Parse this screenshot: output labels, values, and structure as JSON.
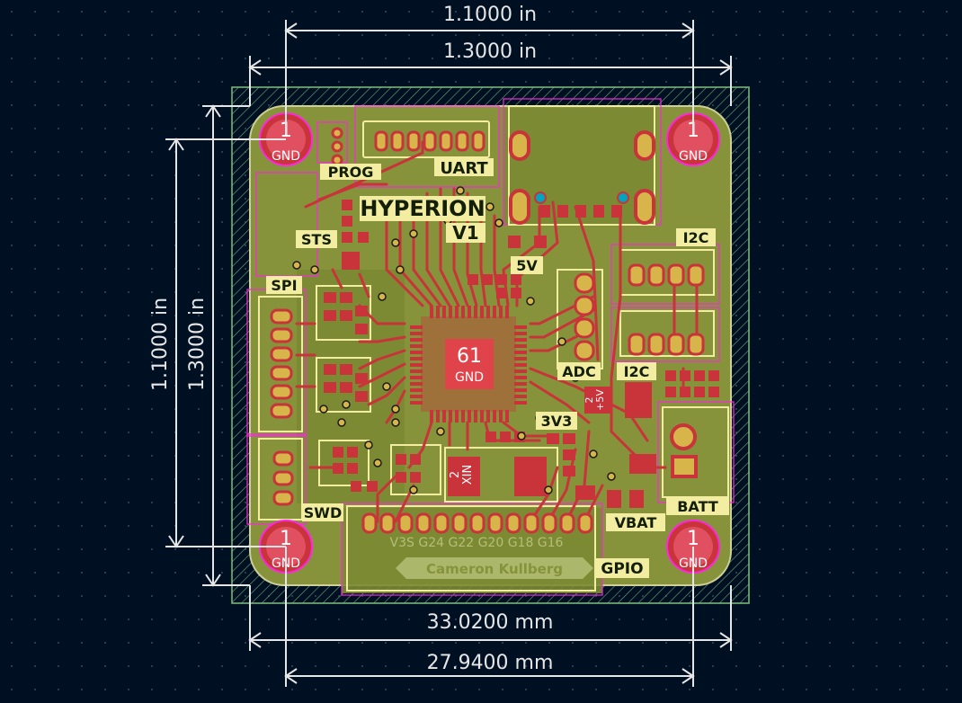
{
  "dimensions": {
    "top_inner": "1.1000 in",
    "top_outer": "1.3000 in",
    "left_inner": "1.1000 in",
    "left_outer": "1.3000 in",
    "bottom_outer": "33.0200 mm",
    "bottom_inner": "27.9400 mm"
  },
  "board": {
    "title": "HYPERION",
    "version": "V1",
    "author": "Cameron Kullberg",
    "gpio_pins": "V3S G24 G22 G20 G18 G16",
    "ic_pad": {
      "number": "61",
      "net": "GND"
    },
    "crystal": {
      "number": "2",
      "net": "XIN"
    },
    "regulator_pin": {
      "number": "2",
      "net": "+5V"
    },
    "mount_holes": [
      {
        "number": "1",
        "net": "GND"
      },
      {
        "number": "1",
        "net": "GND"
      },
      {
        "number": "1",
        "net": "GND"
      },
      {
        "number": "1",
        "net": "GND"
      }
    ]
  },
  "labels": {
    "prog": "PROG",
    "uart": "UART",
    "sts": "STS",
    "spi": "SPI",
    "i2c_top": "I2C",
    "i2c_mid": "I2C",
    "adc": "ADC",
    "v5": "5V",
    "v33": "3V3",
    "swd": "SWD",
    "vbat": "VBAT",
    "batt": "BATT",
    "gpio": "GPIO"
  },
  "colors": {
    "background": "#001023",
    "board": "#86933a",
    "copper": "#c8343a",
    "silkscreen": "#f2eda1",
    "outline": "#7fbf7f",
    "courtyard": "#ff26e2",
    "drill": "#00a5c0"
  }
}
